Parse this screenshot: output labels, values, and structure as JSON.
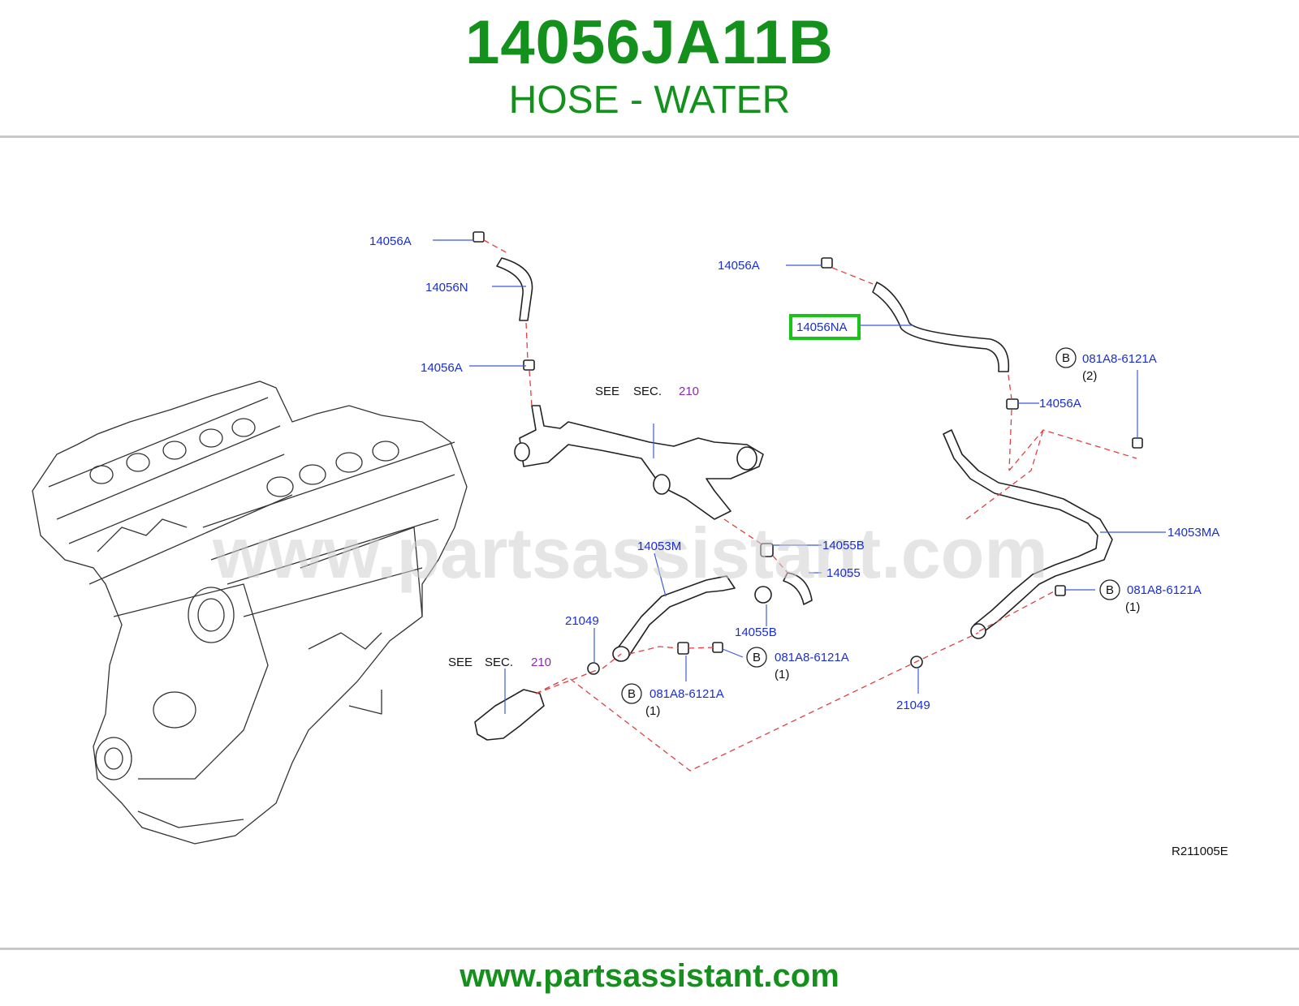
{
  "header": {
    "part_number": "14056JA11B",
    "part_description": "HOSE - WATER"
  },
  "diagram": {
    "watermark": "www.partsassistant.com",
    "reference_code": "R211005E",
    "bolt_symbol": "B",
    "labels": {
      "l1": "14056A",
      "l2": "14056N",
      "l3": "14056A",
      "l4": "14056A",
      "l5": "14056NA",
      "l6": "081A8-6121A",
      "l7": "(2)",
      "l8": "14056A",
      "l9": "14053MA",
      "l10": "14053M",
      "l11": "14055B",
      "l12": "14055",
      "l13": "14055B",
      "l14": "21049",
      "l15": "081A8-6121A",
      "l16": "(1)",
      "l17": "081A8-6121A",
      "l18": "(1)",
      "l19": "081A8-6121A",
      "l20": "(1)",
      "l21": "21049"
    },
    "see_sec": {
      "see": "SEE",
      "sec": "SEC.",
      "num1": "210",
      "num2": "210"
    },
    "highlight_color": "#19c419",
    "label_color": "#1a2fd0",
    "leader_color": "#3a5bd9",
    "dash_color": "#e04040"
  },
  "footer": {
    "url": "www.partsassistant.com"
  }
}
